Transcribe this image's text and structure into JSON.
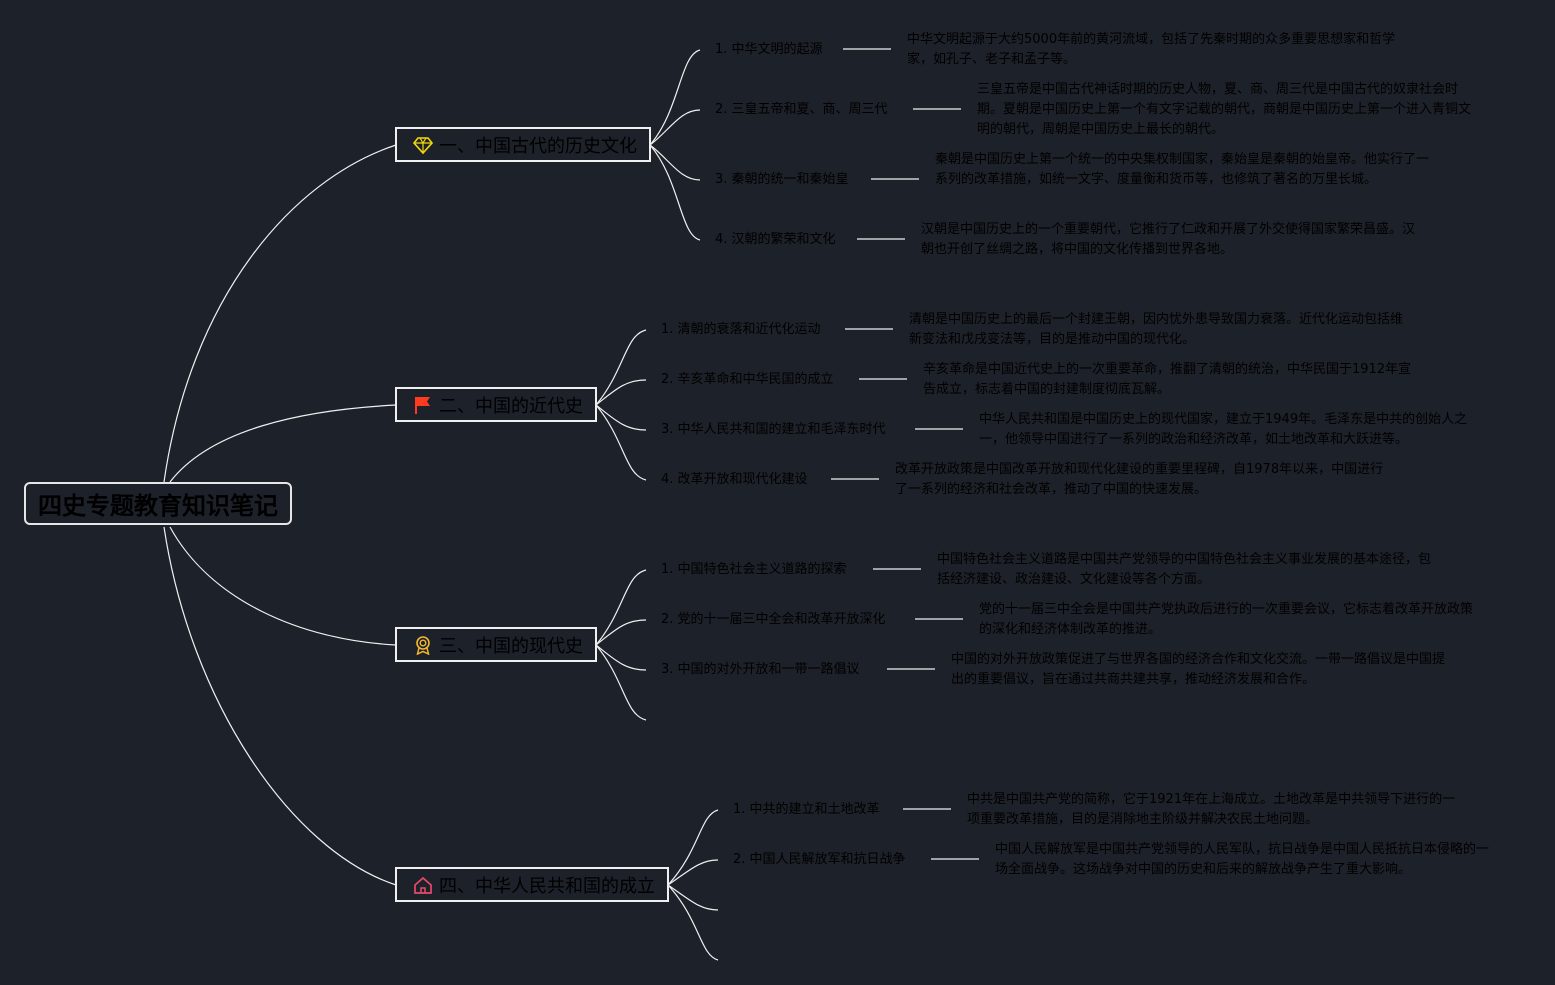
{
  "root": {
    "title": "四史专题教育知识笔记"
  },
  "colors": {
    "background": "#1d2129",
    "line": "#f0f0f0",
    "text": "#000000"
  },
  "branches": [
    {
      "title": "一、中国古代的历史文化",
      "icon": "diamond-icon",
      "items": [
        {
          "label": "1. 中华文明的起源",
          "desc": "中华文明起源于大约5000年前的黄河流域，包括了先秦时期的众多重要思想家和哲学家，如孔子、老子和孟子等。"
        },
        {
          "label": "2. 三皇五帝和夏、商、周三代",
          "desc": "三皇五帝是中国古代神话时期的历史人物，夏、商、周三代是中国古代的奴隶社会时期。夏朝是中国历史上第一个有文字记载的朝代，商朝是中国历史上第一个进入青铜文明的朝代，周朝是中国历史上最长的朝代。"
        },
        {
          "label": "3. 秦朝的统一和秦始皇",
          "desc": "秦朝是中国历史上第一个统一的中央集权制国家，秦始皇是秦朝的始皇帝。他实行了一系列的改革措施，如统一文字、度量衡和货币等，也修筑了著名的万里长城。"
        },
        {
          "label": "4. 汉朝的繁荣和文化",
          "desc": "汉朝是中国历史上的一个重要朝代，它推行了仁政和开展了外交使得国家繁荣昌盛。汉朝也开创了丝绸之路，将中国的文化传播到世界各地。"
        }
      ]
    },
    {
      "title": "二、中国的近代史",
      "icon": "flag-icon",
      "items": [
        {
          "label": "1. 清朝的衰落和近代化运动",
          "desc": "清朝是中国历史上的最后一个封建王朝，因内忧外患导致国力衰落。近代化运动包括维新变法和戊戌变法等，目的是推动中国的现代化。"
        },
        {
          "label": "2. 辛亥革命和中华民国的成立",
          "desc": "辛亥革命是中国近代史上的一次重要革命，推翻了清朝的统治，中华民国于1912年宣告成立，标志着中国的封建制度彻底瓦解。"
        },
        {
          "label": "3. 中华人民共和国的建立和毛泽东时代",
          "desc": "中华人民共和国是中国历史上的现代国家，建立于1949年。毛泽东是中共的创始人之一，他领导中国进行了一系列的政治和经济改革，如土地改革和大跃进等。"
        },
        {
          "label": "4. 改革开放和现代化建设",
          "desc": "改革开放政策是中国改革开放和现代化建设的重要里程碑，自1978年以来，中国进行了一系列的经济和社会改革，推动了中国的快速发展。"
        }
      ]
    },
    {
      "title": "三、中国的现代史",
      "icon": "award-ribbon-icon",
      "items": [
        {
          "label": "1. 中国特色社会主义道路的探索",
          "desc": "中国特色社会主义道路是中国共产党领导的中国特色社会主义事业发展的基本途径，包括经济建设、政治建设、文化建设等各个方面。"
        },
        {
          "label": "2. 党的十一届三中全会和改革开放深化",
          "desc": "党的十一届三中全会是中国共产党执政后进行的一次重要会议，它标志着改革开放政策的深化和经济体制改革的推进。"
        },
        {
          "label": "3. 中国的对外开放和一带一路倡议",
          "desc": "中国的对外开放政策促进了与世界各国的经济合作和文化交流。一带一路倡议是中国提出的重要倡议，旨在通过共商共建共享，推动经济发展和合作。"
        }
      ]
    },
    {
      "title": "四、中华人民共和国的成立",
      "icon": "home-icon",
      "items": [
        {
          "label": "1. 中共的建立和土地改革",
          "desc": "中共是中国共产党的简称，它于1921年在上海成立。土地改革是中共领导下进行的一项重要改革措施，目的是消除地主阶级并解决农民土地问题。"
        },
        {
          "label": "2. 中国人民解放军和抗日战争",
          "desc": "中国人民解放军是中国共产党领导的人民军队，抗日战争是中国人民抵抗日本侵略的一场全面战争。这场战争对中国的历史和后来的解放战争产生了重大影响。"
        }
      ]
    }
  ]
}
